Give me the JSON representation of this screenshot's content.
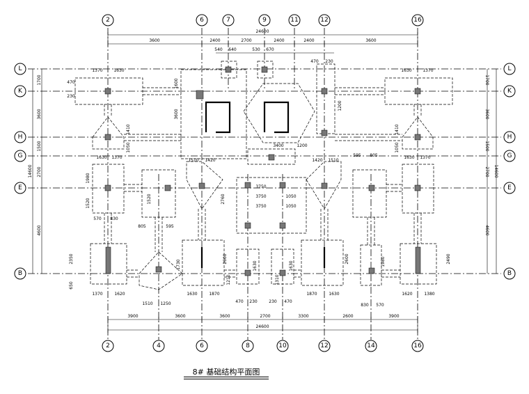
{
  "title": "8# 基础结构平面图",
  "axes_top": [
    "2",
    "6",
    "7",
    "9",
    "11",
    "12",
    "16"
  ],
  "axes_bottom": [
    "2",
    "4",
    "6",
    "8",
    "10",
    "12",
    "14",
    "16"
  ],
  "axes_left": [
    "L",
    "K",
    "H",
    "G",
    "E",
    "B"
  ],
  "axes_right": [
    "L",
    "K",
    "H",
    "G",
    "E",
    "B"
  ],
  "dims_top_total": "24600",
  "dims_top_segments": [
    "3600",
    "2400",
    "2700",
    "2400",
    "2400",
    "3600"
  ],
  "dims_top_detail": [
    "540",
    "640",
    "530",
    "670",
    "470",
    "230"
  ],
  "dims_bottom_total": "24600",
  "dims_bottom_segments": [
    "3900",
    "3600",
    "3600",
    "2700",
    "3300",
    "2600",
    "3900"
  ],
  "dims_left_total": "14600",
  "dims_left_segments": [
    "1700",
    "3600",
    "1500",
    "2700",
    "4600"
  ],
  "dims_right_total": "14600",
  "dims_right_segments": [
    "1700",
    "3600",
    "1500",
    "2700",
    "4600"
  ],
  "labels": {
    "l1": "1370",
    "l2": "1630",
    "l3": "1630",
    "l4": "1370",
    "l5": "470",
    "l6": "230",
    "l7": "1600",
    "l8": "3600",
    "l9": "3400",
    "l10": "1200",
    "l11": "1510",
    "l12": "1420",
    "l13": "1630",
    "l14": "1370",
    "l15": "1420",
    "l16": "1510",
    "l17": "595",
    "l18": "805",
    "l19": "1630",
    "l20": "1370",
    "l21": "1980",
    "l22": "1520",
    "l23": "570",
    "l24": "830",
    "l25": "805",
    "l26": "595",
    "l27": "3750",
    "l28": "1050",
    "l29": "3750",
    "l30": "1050",
    "l31": "1370",
    "l32": "1620",
    "l33": "1510",
    "l34": "1250",
    "l35": "1630",
    "l36": "1870",
    "l37": "470",
    "l38": "230",
    "l39": "230",
    "l40": "470",
    "l41": "1870",
    "l42": "1630",
    "l43": "830",
    "l44": "570",
    "l45": "1620",
    "l46": "1380",
    "l47": "2350",
    "l48": "650",
    "l49": "1730",
    "l50": "2600",
    "l51": "1630",
    "l52": "1630",
    "l53": "2600",
    "l54": "1980",
    "l55": "2490",
    "l56": "1520",
    "l57": "1410",
    "l58": "1050",
    "l59": "1410",
    "l60": "1050",
    "l61": "3750",
    "l62": "2760",
    "l63": "1200",
    "l64": "1210",
    "l65": "1310"
  }
}
